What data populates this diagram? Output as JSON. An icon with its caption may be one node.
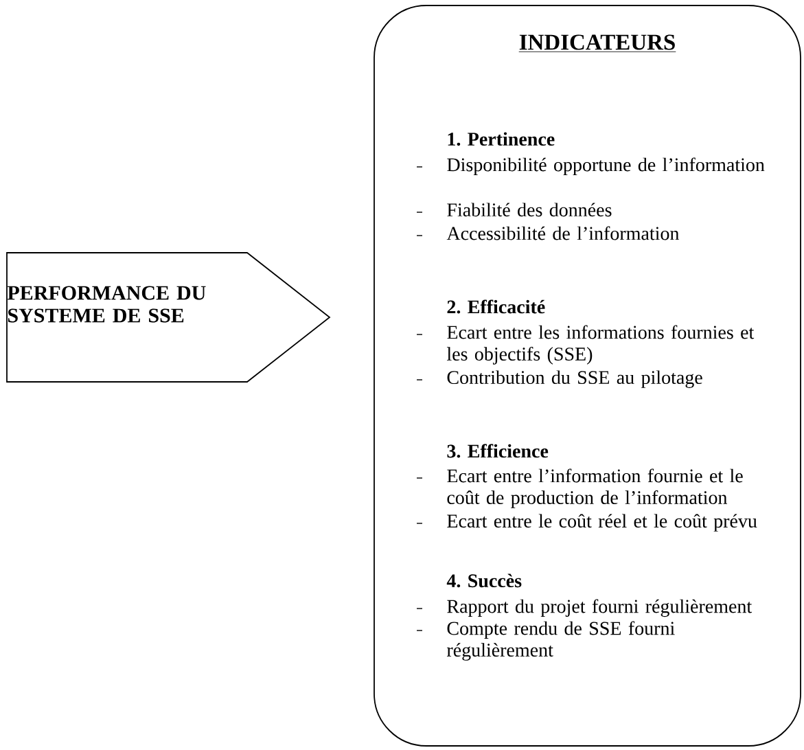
{
  "diagram": {
    "nodes": [
      {
        "text": [
          "PERFORMANCE DU SYSTEME DE SSE"
        ]
      },
      {
        "text": [
          "INDICATEURS",
          "1. Pertinence",
          "Disponibilité opportune de l’information",
          "Fiabilité des données",
          "Accessibilité de l’information",
          "2. Efficacité",
          "Ecart entre les informations fournies et les objectifs (SSE)",
          "Contribution du SSE au pilotage",
          "3. Efficience",
          "Ecart entre l’information fournie et le coût de production de l’information",
          "Ecart entre le coût réel et le coût prévu",
          "4. Succès",
          "Rapport du projet fourni régulièrement",
          "Compte rendu de SSE fourni régulièrement"
        ]
      }
    ]
  }
}
